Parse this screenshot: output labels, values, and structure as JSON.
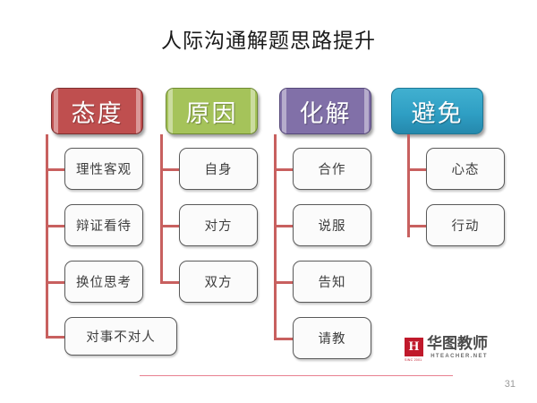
{
  "slide": {
    "title": "人际沟通解题思路提升",
    "page_number": "31",
    "connector_color": "#C8605F",
    "footer_rule_color": "#E8808F"
  },
  "columns": [
    {
      "header": "态度",
      "color": "#BF4F4F",
      "style": "flat",
      "items": [
        "理性客观",
        "辩证看待",
        "换位思考",
        "对事不对人"
      ]
    },
    {
      "header": "原因",
      "color": "#A5C35A",
      "style": "flat",
      "items": [
        "自身",
        "对方",
        "双方"
      ]
    },
    {
      "header": "化解",
      "color": "#8170A8",
      "style": "flat",
      "items": [
        "合作",
        "说服",
        "告知",
        "请教"
      ]
    },
    {
      "header": "避免",
      "color": "#2F9FC4",
      "style": "gradient",
      "items": [
        "心态",
        "行动"
      ]
    }
  ],
  "logo": {
    "mark": "H",
    "established": "SINC 2001",
    "name_cn": "华图教师",
    "name_en": "HTEACHER.NET",
    "mark_color": "#C0192B"
  }
}
